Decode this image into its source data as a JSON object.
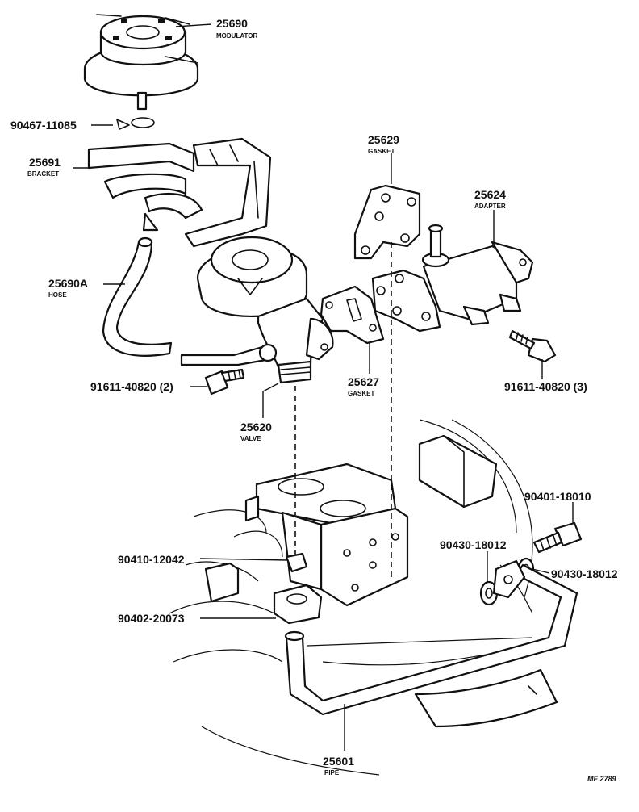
{
  "callouts": {
    "modulator": {
      "number": "25690",
      "name": "MODULATOR"
    },
    "clip": {
      "number": "90467-11085"
    },
    "bracket": {
      "number": "25691",
      "name": "BRACKET"
    },
    "hose": {
      "number": "25690A",
      "name": "HOSE"
    },
    "bolt_left": {
      "number": "91611-40820 (2)"
    },
    "valve": {
      "number": "25620",
      "name": "VALVE"
    },
    "gasket_upper": {
      "number": "25629",
      "name": "GASKET"
    },
    "adapter": {
      "number": "25624",
      "name": "ADAPTER"
    },
    "bolt_right": {
      "number": "91611-40820 (3)"
    },
    "gasket_lower": {
      "number": "25627",
      "name": "GASKET"
    },
    "union_bolt": {
      "number": "90401-18010"
    },
    "washer_left": {
      "number": "90430-18012"
    },
    "washer_right": {
      "number": "90430-18012"
    },
    "plug": {
      "number": "90410-12042"
    },
    "nut": {
      "number": "90402-20073"
    },
    "pipe": {
      "number": "25601",
      "name": "PIPE"
    }
  },
  "reference_code": "MF 2789"
}
